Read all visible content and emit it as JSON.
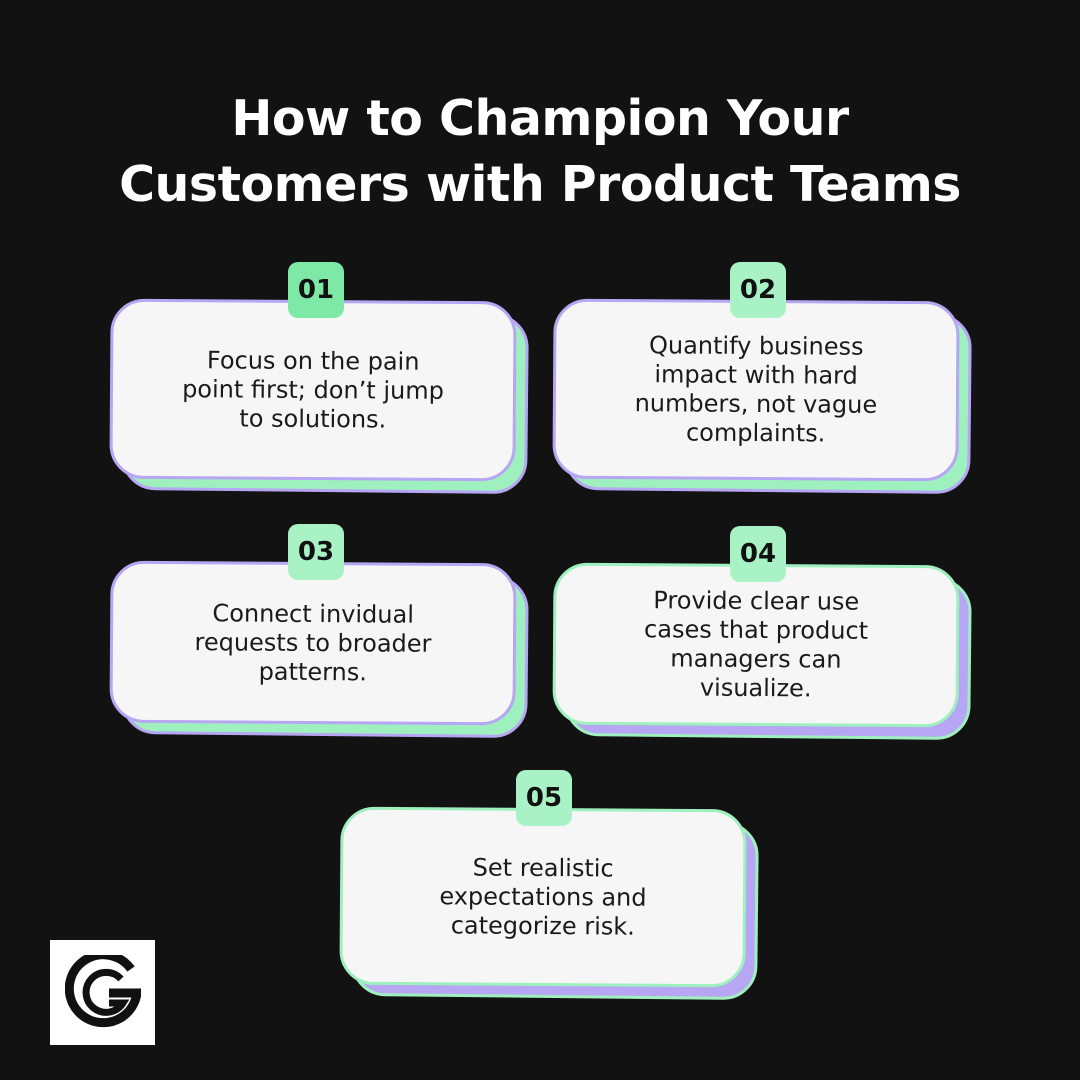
{
  "title": {
    "line1": "How to Champion Your",
    "line2": "Customers with Product Teams"
  },
  "colors": {
    "background": "#121212",
    "card": "#f6f6f6",
    "purple": "#b7a6f3",
    "green": "#9ff0bf",
    "green_dark": "#7ee8a6"
  },
  "cards": [
    {
      "number": "01",
      "text": "Focus on the pain point first; don’t jump to solutions."
    },
    {
      "number": "02",
      "text": "Quantify business impact with hard numbers, not vague complaints."
    },
    {
      "number": "03",
      "text": "Connect invidual requests to broader patterns."
    },
    {
      "number": "04",
      "text": "Provide clear use cases that product managers can visualize."
    },
    {
      "number": "05",
      "text": "Set realistic expectations and categorize risk."
    }
  ],
  "logo": {
    "icon": "brand-g-icon"
  }
}
